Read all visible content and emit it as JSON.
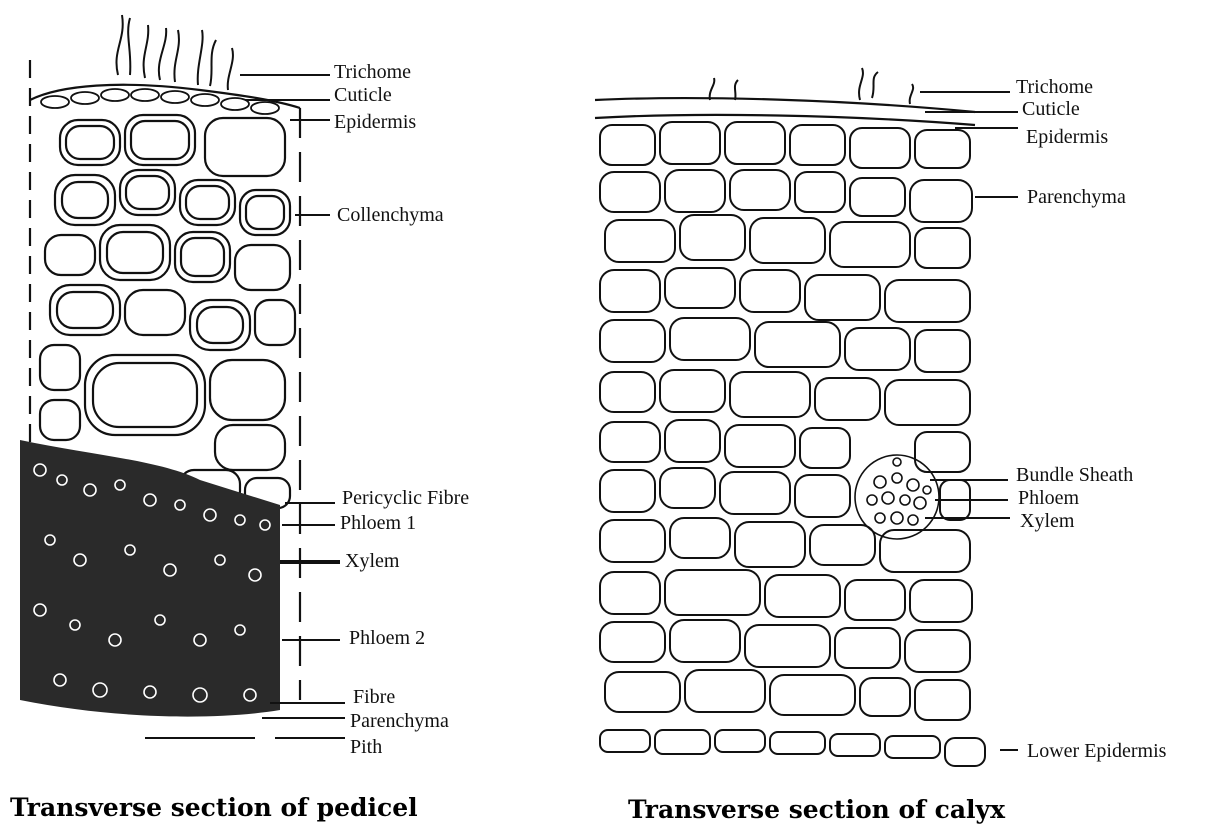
{
  "diagrams": [
    {
      "id": "pedicel",
      "caption": "Transverse section of pedicel",
      "labels": [
        "Trichome",
        "Cuticle",
        "Epidermis",
        "Collenchyma",
        "Pericyclic Fibre",
        "Phloem 1",
        "Xylem",
        "Phloem 2",
        "Fibre",
        "Parenchyma",
        "Pith"
      ]
    },
    {
      "id": "calyx",
      "caption": "Transverse section of calyx",
      "labels": [
        "Trichome",
        "Cuticle",
        "Epidermis",
        "Parenchyma",
        "Bundle Sheath",
        "Phloem",
        "Xylem",
        "Lower Epidermis"
      ]
    }
  ],
  "colors": {
    "ink": "#111111",
    "paper": "#ffffff",
    "dense_tissue": "#2a2a2a"
  }
}
